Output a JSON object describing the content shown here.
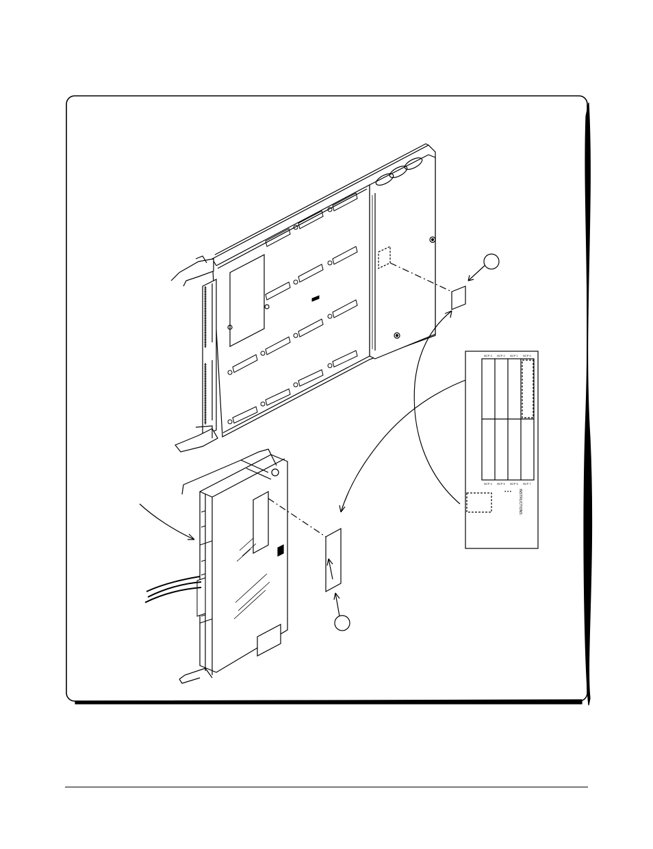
{
  "figure": {
    "label_card": {
      "slot_labels_top": [
        "BCP 3",
        "BCP 2",
        "BCP 1",
        "BCP 0"
      ],
      "slot_labels_bottom": [
        "BCP 4",
        "BCP 5",
        "BCP 6",
        "BCP 7"
      ],
      "instructions_text": "INSTRUCTIONS:",
      "dots_text": "• • •"
    }
  },
  "colors": {
    "ink": "#000000",
    "paper": "#ffffff"
  }
}
